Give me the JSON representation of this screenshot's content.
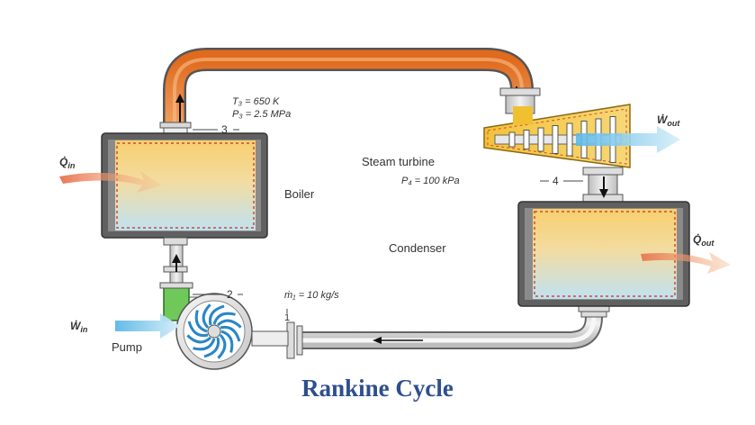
{
  "caption": "Rankine Cycle",
  "labels": {
    "state3_temp": "T₃ = 650 K",
    "state3_pressure": "P₃ = 2.5 MPa",
    "state3": "3",
    "q_in": "Q̇",
    "q_in_sub": "in",
    "boiler": "Boiler",
    "steam_turbine": "Steam turbine",
    "state4_pressure": "P₄ = 100 kPa",
    "state4": "4",
    "w_out": "Ẇ",
    "w_out_sub": "out",
    "condenser": "Condenser",
    "q_out": "Q̇",
    "q_out_sub": "out",
    "state2": "2",
    "mass_flow": "ṁ₁ = 10 kg/s",
    "state1": "1",
    "w_in": "Ẇ",
    "w_in_sub": "in",
    "pump": "Pump"
  },
  "colors": {
    "caption": "#2e4f8f",
    "steam_pipe": "#e07a2a",
    "flow_arrow_in": "#e8704a",
    "flow_arrow_work": "#7cc6ea",
    "tank_top": "#f7cf7a",
    "tank_bottom": "#bfe0f0",
    "pump_fill": "#7ed36a"
  }
}
